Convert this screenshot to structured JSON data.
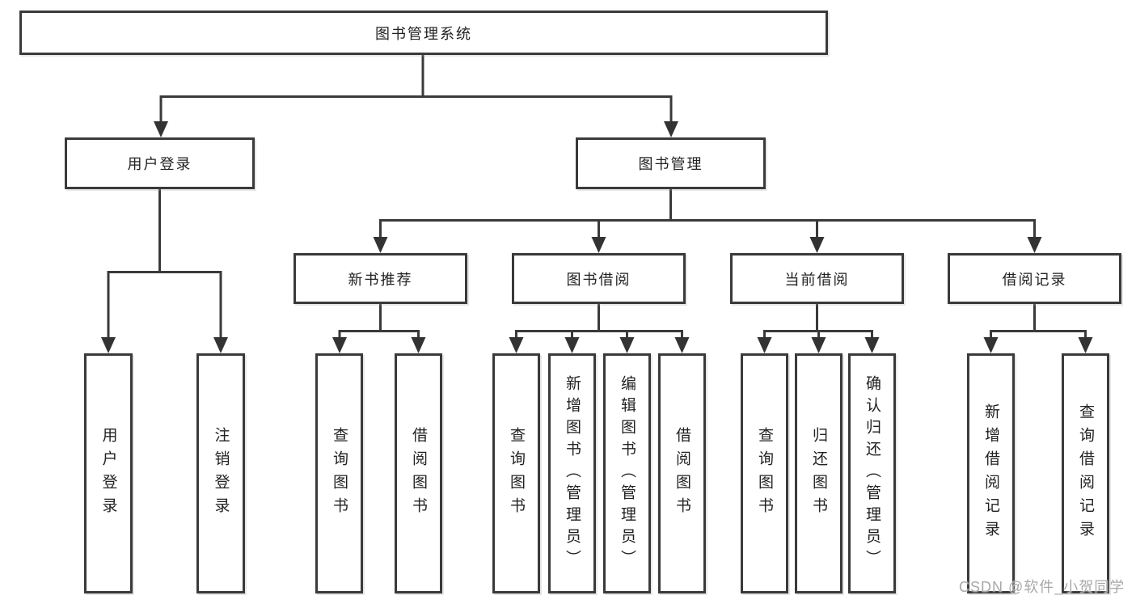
{
  "diagram_title": "图书管理系统",
  "tree": {
    "root": {
      "label": "图书管理系统"
    },
    "children": [
      {
        "label": "用户登录",
        "children": [
          {
            "label": "用户登录"
          },
          {
            "label": "注销登录"
          }
        ]
      },
      {
        "label": "图书管理",
        "children": [
          {
            "label": "新书推荐",
            "children": [
              {
                "label": "查询图书"
              },
              {
                "label": "借阅图书"
              }
            ]
          },
          {
            "label": "图书借阅",
            "children": [
              {
                "label": "查询图书"
              },
              {
                "label": "新增图书（管理员）"
              },
              {
                "label": "编辑图书（管理员）"
              },
              {
                "label": "借阅图书"
              }
            ]
          },
          {
            "label": "当前借阅",
            "children": [
              {
                "label": "查询图书"
              },
              {
                "label": "归还图书"
              },
              {
                "label": "确认归还（管理员）"
              }
            ]
          },
          {
            "label": "借阅记录",
            "children": [
              {
                "label": "新增借阅记录"
              },
              {
                "label": "查询借阅记录"
              }
            ]
          }
        ]
      }
    ]
  },
  "watermark": {
    "text": "CSDN @软件_小贺同学"
  },
  "colors": {
    "line": "#3a3a3a",
    "arrow": "#333333",
    "text": "#222222",
    "background": "#ffffff",
    "watermark": "#a8a8a8"
  }
}
